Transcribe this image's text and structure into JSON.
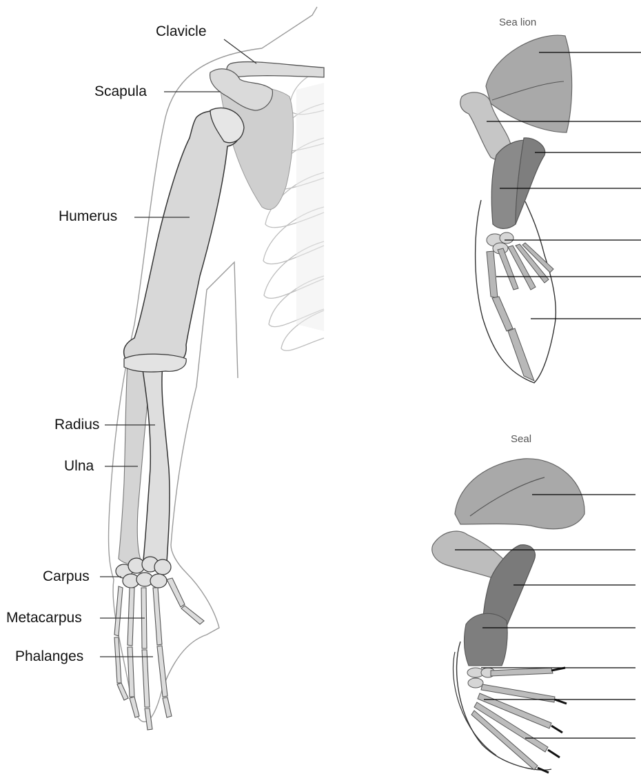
{
  "human_arm": {
    "labels": [
      "Clavicle",
      "Scapula",
      "Humerus",
      "Radius",
      "Ulna",
      "Carpus",
      "Metacarpus",
      "Phalanges"
    ]
  },
  "sea_lion": {
    "title": "Sea lion",
    "blank_label_count": 7
  },
  "seal": {
    "title": "Seal",
    "blank_label_count": 7
  },
  "colors": {
    "bone_human": "#d8d8d8",
    "bone_outline": "#333333",
    "flipper_dark": "#8a8a8a",
    "flipper_mid": "#a9a9a9",
    "flipper_light": "#c8c8c8",
    "leader_line": "#000000"
  }
}
